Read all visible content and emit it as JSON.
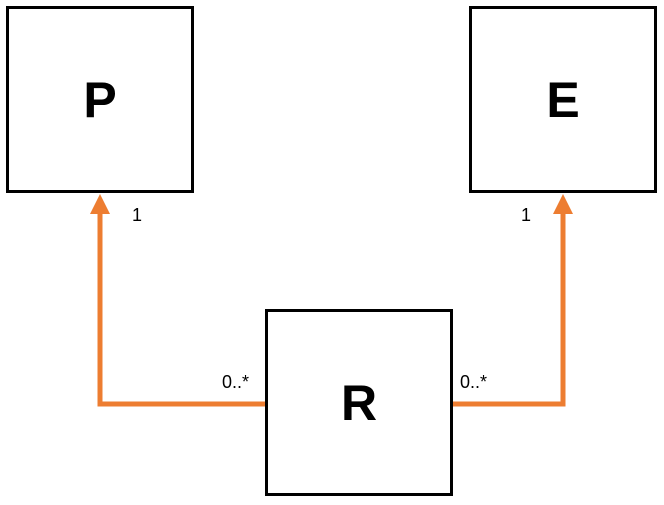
{
  "entities": {
    "p": {
      "label": "P"
    },
    "e": {
      "label": "E"
    },
    "r": {
      "label": "R"
    }
  },
  "associations": [
    {
      "from": "R",
      "to": "P",
      "source_multiplicity": "0..*",
      "target_multiplicity": "1"
    },
    {
      "from": "R",
      "to": "E",
      "source_multiplicity": "0..*",
      "target_multiplicity": "1"
    }
  ],
  "colors": {
    "connector": "#ED7D31",
    "border": "#000000"
  }
}
